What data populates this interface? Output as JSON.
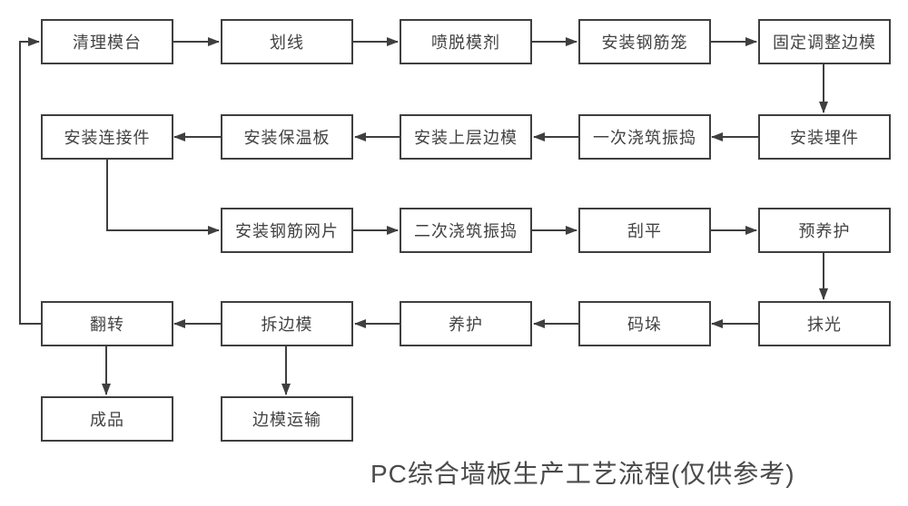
{
  "diagram": {
    "caption": "PC综合墙板生产工艺流程(仅供参考)",
    "nodes": {
      "r1c1": {
        "label": "清理模台"
      },
      "r1c2": {
        "label": "划线"
      },
      "r1c3": {
        "label": "喷脱模剂"
      },
      "r1c4": {
        "label": "安装钢筋笼"
      },
      "r1c5": {
        "label": "固定调整边模"
      },
      "r2c1": {
        "label": "安装连接件"
      },
      "r2c2": {
        "label": "安装保温板"
      },
      "r2c3": {
        "label": "安装上层边模"
      },
      "r2c4": {
        "label": "一次浇筑振捣"
      },
      "r2c5": {
        "label": "安装埋件"
      },
      "r3c2": {
        "label": "安装钢筋网片"
      },
      "r3c3": {
        "label": "二次浇筑振捣"
      },
      "r3c4": {
        "label": "刮平"
      },
      "r3c5": {
        "label": "预养护"
      },
      "r4c1": {
        "label": "翻转"
      },
      "r4c2": {
        "label": "拆边模"
      },
      "r4c3": {
        "label": "养护"
      },
      "r4c4": {
        "label": "码垛"
      },
      "r4c5": {
        "label": "抹光"
      },
      "r5c1": {
        "label": "成品"
      },
      "r5c2": {
        "label": "边模运输"
      }
    },
    "edges": [
      {
        "from": "清理模台",
        "to": "划线"
      },
      {
        "from": "划线",
        "to": "喷脱模剂"
      },
      {
        "from": "喷脱模剂",
        "to": "安装钢筋笼"
      },
      {
        "from": "安装钢筋笼",
        "to": "固定调整边模"
      },
      {
        "from": "固定调整边模",
        "to": "安装埋件"
      },
      {
        "from": "安装埋件",
        "to": "一次浇筑振捣"
      },
      {
        "from": "一次浇筑振捣",
        "to": "安装上层边模"
      },
      {
        "from": "安装上层边模",
        "to": "安装保温板"
      },
      {
        "from": "安装保温板",
        "to": "安装连接件"
      },
      {
        "from": "安装连接件",
        "to": "安装钢筋网片"
      },
      {
        "from": "安装钢筋网片",
        "to": "二次浇筑振捣"
      },
      {
        "from": "二次浇筑振捣",
        "to": "刮平"
      },
      {
        "from": "刮平",
        "to": "预养护"
      },
      {
        "from": "预养护",
        "to": "抹光"
      },
      {
        "from": "抹光",
        "to": "码垛"
      },
      {
        "from": "码垛",
        "to": "养护"
      },
      {
        "from": "养护",
        "to": "拆边模"
      },
      {
        "from": "拆边模",
        "to": "翻转"
      },
      {
        "from": "翻转",
        "to": "成品"
      },
      {
        "from": "拆边模",
        "to": "边模运输"
      },
      {
        "from": "翻转",
        "to": "清理模台"
      }
    ],
    "colors": {
      "line": "#3f3f3f",
      "text": "#424242",
      "background": "#ffffff"
    }
  }
}
